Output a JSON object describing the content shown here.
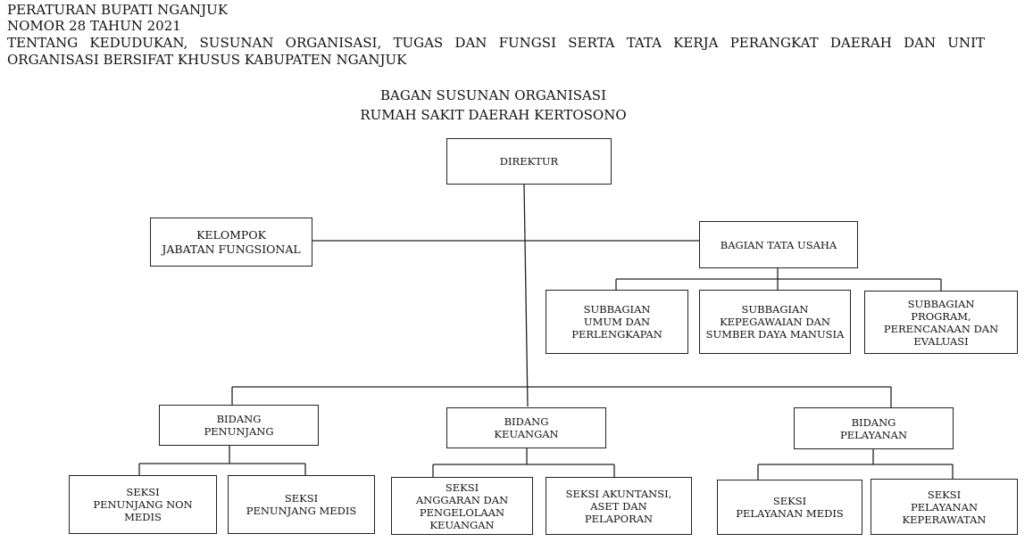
{
  "header": {
    "line1": "PERATURAN BUPATI NGANJUK",
    "line2": "NOMOR  28 TAHUN 2021",
    "line3": "TENTANG KEDUDUKAN, SUSUNAN ORGANISASI, TUGAS DAN FUNGSI SERTA TATA KERJA PERANGKAT DAERAH DAN UNIT",
    "line4": "ORGANISASI BERSIFAT KHUSUS KABUPATEN NGANJUK"
  },
  "title": {
    "line1": "BAGAN SUSUNAN ORGANISASI",
    "line2": "RUMAH SAKIT DAERAH KERTOSONO"
  },
  "chart": {
    "direktur": "DIREKTUR",
    "kelompok": [
      "KELOMPOK",
      "JABATAN FUNGSIONAL"
    ],
    "tata_usaha": "BAGIAN TATA USAHA",
    "subbagian": [
      [
        "SUBBAGIAN",
        "UMUM DAN",
        "PERLENGKAPAN"
      ],
      [
        "SUBBAGIAN",
        "KEPEGAWAIAN DAN",
        "SUMBER DAYA MANUSIA"
      ],
      [
        "SUBBAGIAN",
        "PROGRAM,",
        "PERENCANAAN DAN",
        "EVALUASI"
      ]
    ],
    "bidang": [
      [
        "BIDANG",
        "PENUNJANG"
      ],
      [
        "BIDANG",
        "KEUANGAN"
      ],
      [
        "BIDANG",
        "PELAYANAN"
      ]
    ],
    "seksi": [
      [
        "SEKSI",
        "PENUNJANG NON",
        "MEDIS"
      ],
      [
        "SEKSI",
        "PENUNJANG MEDIS"
      ],
      [
        "SEKSI",
        "ANGGARAN DAN",
        "PENGELOLAAN",
        "KEUANGAN"
      ],
      [
        "SEKSI AKUNTANSI,",
        "ASET DAN",
        "PELAPORAN"
      ],
      [
        "SEKSI",
        "PELAYANAN MEDIS"
      ],
      [
        "SEKSI",
        "PELAYANAN",
        "KEPERAWATAN"
      ]
    ]
  }
}
